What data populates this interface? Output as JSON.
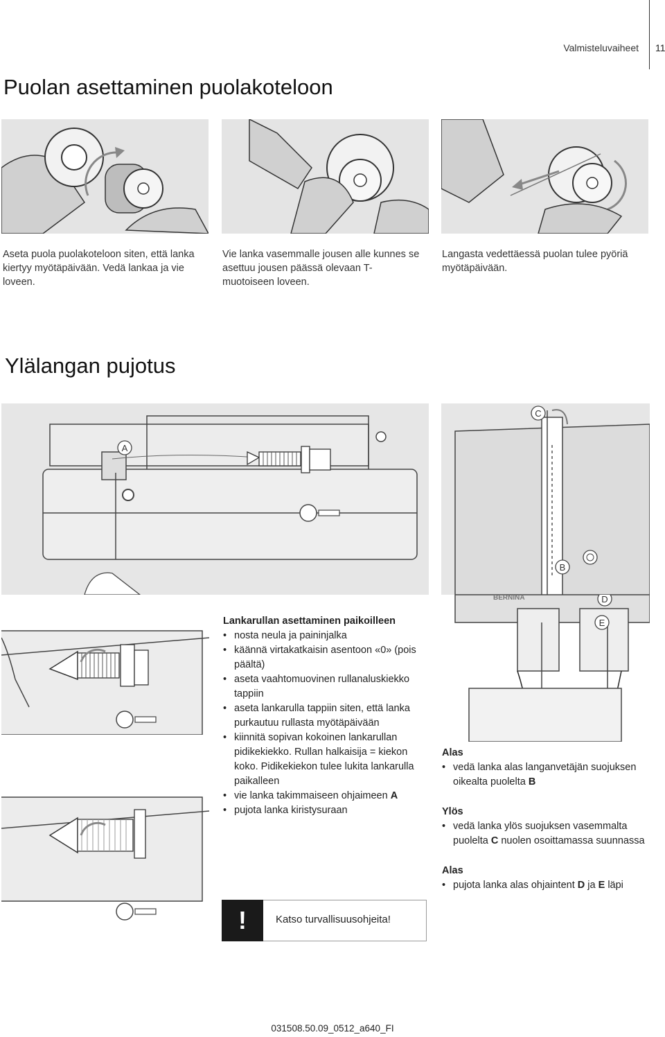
{
  "header": {
    "section": "Valmisteluvaiheet",
    "page": "11"
  },
  "section1": {
    "title": "Puolan asettaminen puolakoteloon",
    "captions": [
      "Aseta puola puolakoteloon siten, että lanka kiertyy myötäpäivään. Vedä lankaa ja vie loveen.",
      "Vie lanka vasemmalle jousen alle kunnes se asettuu jousen päässä olevaan T-muotoiseen loveen.",
      "Langasta vedettäessä puolan tulee pyöriä myötäpäivään."
    ]
  },
  "section2": {
    "title": "Ylälangan pujotus",
    "labels": {
      "a": "A",
      "b": "B",
      "c": "C",
      "d": "D",
      "e": "E",
      "brand": "BERNINA"
    },
    "spool": {
      "title": "Lankarullan asettaminen paikoilleen",
      "items": [
        "nosta neula ja paininjalka",
        "käännä virtakatkaisin asentoon «0» (pois päältä)",
        "aseta vaahtomuovinen rullanaluskiekko tappiin",
        "aseta lankarulla tappiin siten, että lanka purkautuu rullasta myötäpäivään",
        "kiinnitä sopivan kokoinen lankarullan pidikekiekko. Rullan halkaisija = kiekon koko. Pidikekiekon tulee lukita lankarulla paikalleen",
        "vie lanka takimmaiseen ohjaimeen",
        "pujota lanka kiristysuraan"
      ],
      "item6_ref": "A"
    },
    "down1": {
      "title": "Alas",
      "text": "vedä lanka alas langanvetäjän suojuksen oikealta puolelta",
      "ref": "B"
    },
    "up": {
      "title": "Ylös",
      "text1": "vedä lanka ylös suojuksen vasemmalta puolelta",
      "ref": "C",
      "text2": "nuolen osoittamassa suunnassa"
    },
    "down2": {
      "title": "Alas",
      "text1": "pujota lanka alas ohjaintent",
      "ref1": "D",
      "mid": "ja",
      "ref2": "E",
      "text2": "läpi"
    }
  },
  "warning": {
    "mark": "!",
    "text": "Katso turvallisuusohjeita!"
  },
  "footer": {
    "code": "031508.50.09_0512_a640_FI"
  }
}
